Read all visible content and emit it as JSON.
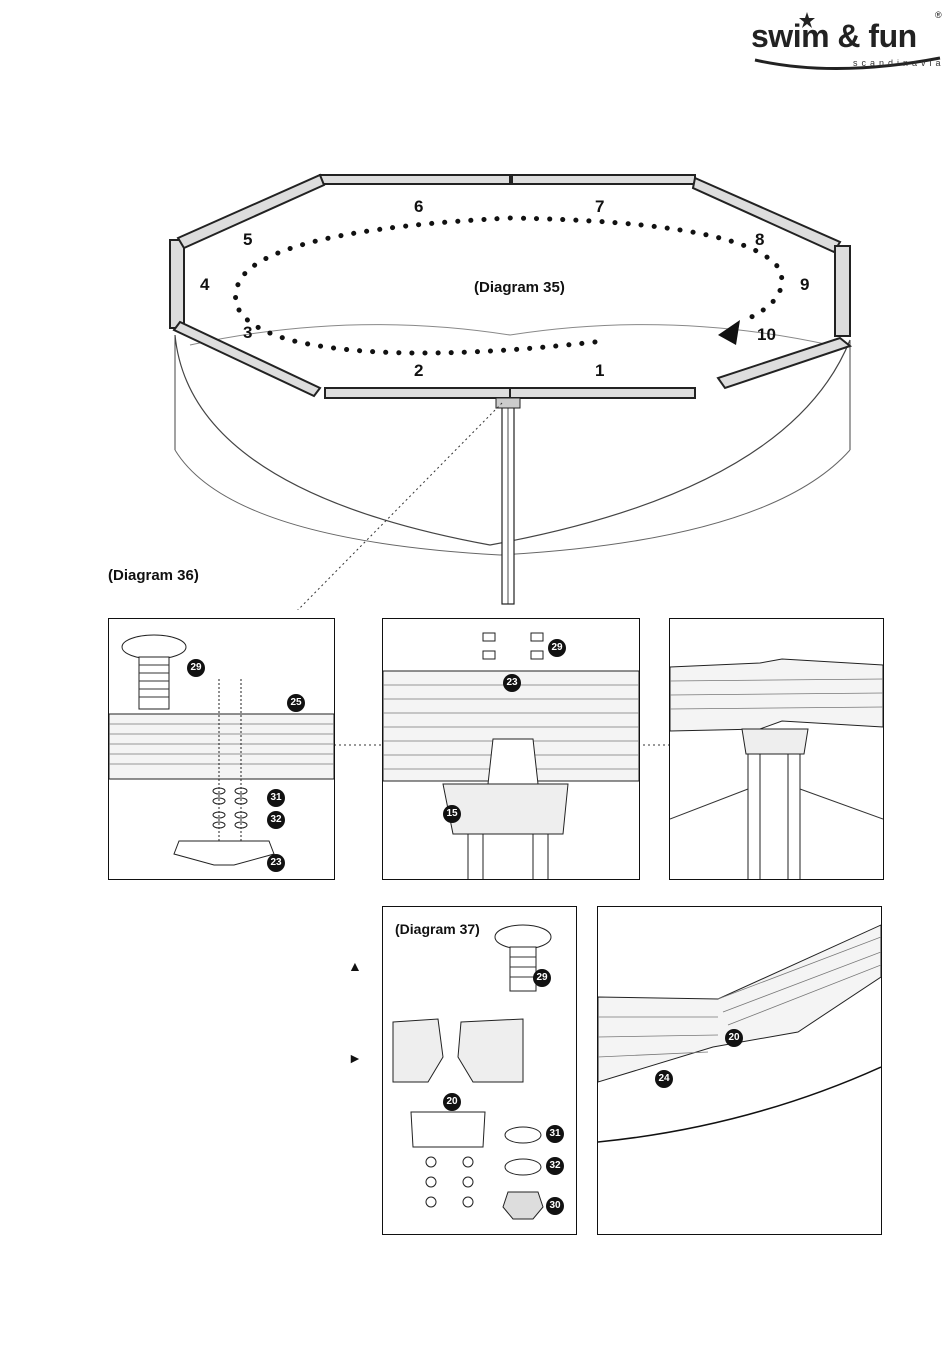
{
  "brand": {
    "name": "swim & fun",
    "sub": "scandinavia",
    "reg": "®"
  },
  "diagram35": {
    "caption": "(Diagram 35)",
    "numbers": [
      "1",
      "2",
      "3",
      "4",
      "5",
      "6",
      "7",
      "8",
      "9",
      "10"
    ]
  },
  "diagram36": {
    "caption": "(Diagram  36)",
    "panel1_labels": [
      "29",
      "25",
      "31",
      "32",
      "23"
    ],
    "panel2_labels": [
      "29",
      "23",
      "15"
    ]
  },
  "diagram37": {
    "caption": "(Diagram 37)",
    "panel_labels": [
      "29",
      "20",
      "31",
      "32",
      "30"
    ],
    "arrows": [
      "▲",
      "►"
    ],
    "detail_labels": [
      "20",
      "24"
    ]
  }
}
